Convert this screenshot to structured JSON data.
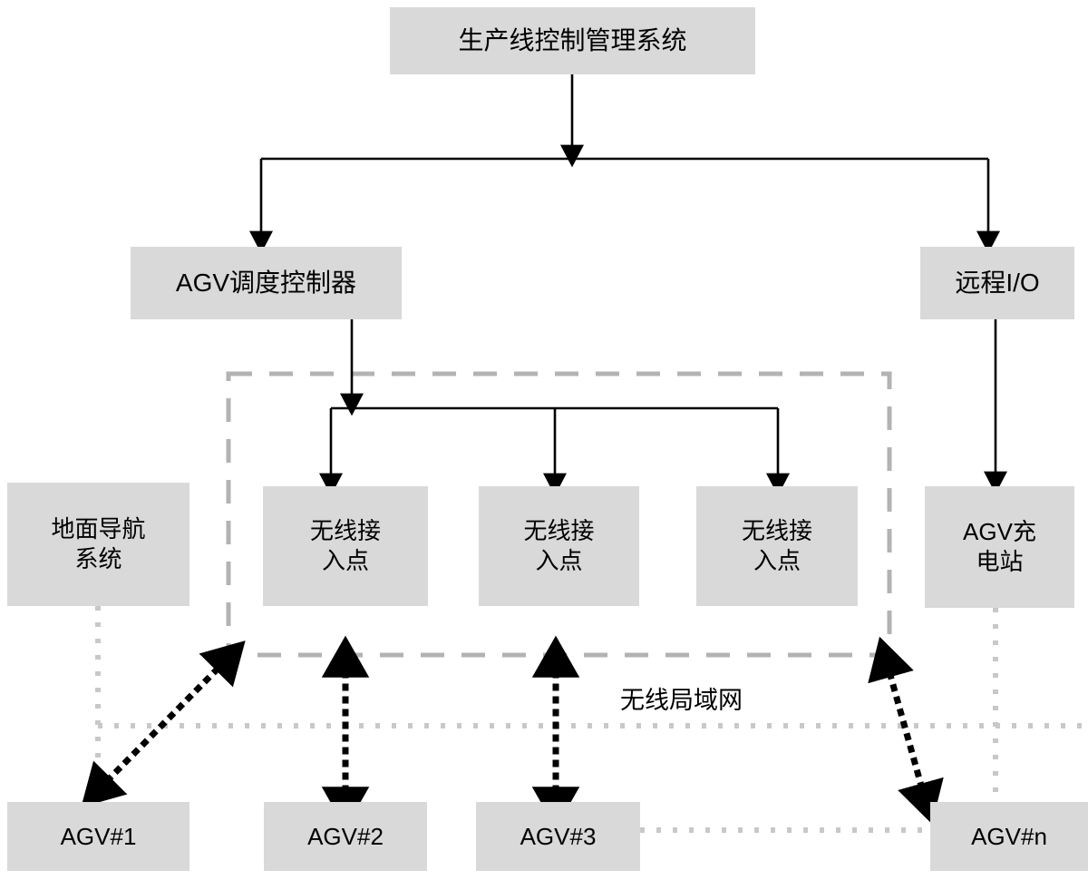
{
  "diagram": {
    "title_node": {
      "id": "production-line-control-management-system",
      "label": "生产线控制管理系统"
    },
    "tier2": [
      {
        "id": "agv-dispatch-controller",
        "label": "AGV调度控制器"
      },
      {
        "id": "remote-io",
        "label": "远程I/O"
      }
    ],
    "tier3": [
      {
        "id": "ground-navigation-system",
        "label": "地面导航\n系统"
      },
      {
        "id": "wireless-access-point-1",
        "label": "无线接\n入点"
      },
      {
        "id": "wireless-access-point-2",
        "label": "无线接\n入点"
      },
      {
        "id": "wireless-access-point-3",
        "label": "无线接\n入点"
      },
      {
        "id": "agv-charging-station",
        "label": "AGV充\n电站"
      }
    ],
    "tier4": [
      {
        "id": "agv-1",
        "label": "AGV#1"
      },
      {
        "id": "agv-2",
        "label": "AGV#2"
      },
      {
        "id": "agv-3",
        "label": "AGV#3"
      },
      {
        "id": "agv-n",
        "label": "AGV#n"
      }
    ],
    "zone": {
      "id": "wireless-lan-zone",
      "label": "无线局域网"
    },
    "colors": {
      "node_fill": "#d9d9d9",
      "solid_connector": "#000000",
      "dashed_zone": "#b3b3b3",
      "gray_dotted_link": "#c0c0c0",
      "black_dotted_link": "#000000",
      "text": "#000000",
      "background": "#ffffff"
    }
  }
}
